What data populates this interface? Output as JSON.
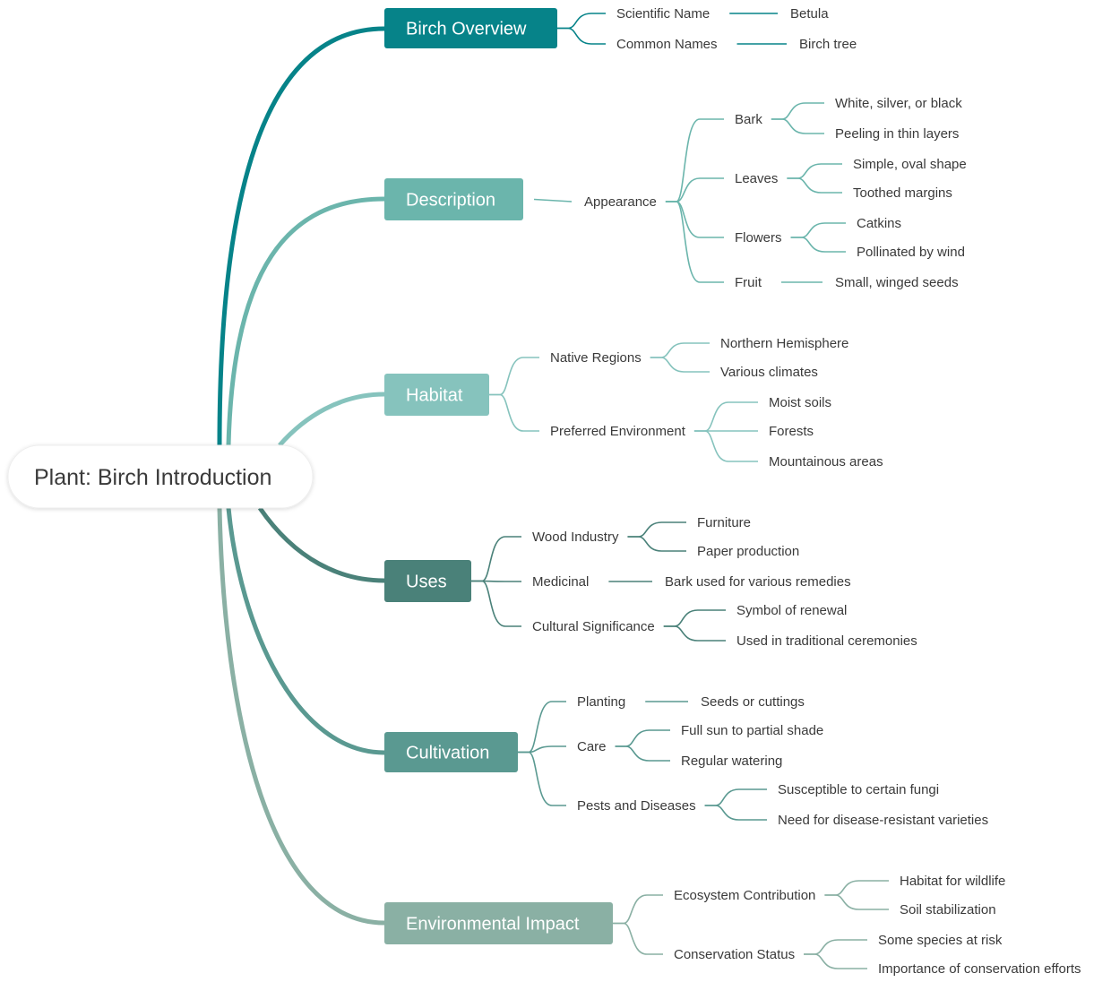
{
  "root": {
    "label": "Plant: Birch Introduction"
  },
  "branches": [
    {
      "label": "Birch Overview",
      "color": "#068389",
      "children": [
        {
          "label": "Scientific Name",
          "children": [
            {
              "label": "Betula"
            }
          ]
        },
        {
          "label": "Common Names",
          "children": [
            {
              "label": "Birch tree"
            }
          ]
        }
      ]
    },
    {
      "label": "Description",
      "color": "#6bb5ac",
      "children": [
        {
          "label": "Appearance",
          "children": [
            {
              "label": "Bark",
              "children": [
                {
                  "label": "White, silver, or black"
                },
                {
                  "label": "Peeling in thin layers"
                }
              ]
            },
            {
              "label": "Leaves",
              "children": [
                {
                  "label": "Simple, oval shape"
                },
                {
                  "label": "Toothed margins"
                }
              ]
            },
            {
              "label": "Flowers",
              "children": [
                {
                  "label": "Catkins"
                },
                {
                  "label": "Pollinated by wind"
                }
              ]
            },
            {
              "label": "Fruit",
              "children": [
                {
                  "label": "Small, winged seeds"
                }
              ]
            }
          ]
        }
      ]
    },
    {
      "label": "Habitat",
      "color": "#86c3bd",
      "children": [
        {
          "label": "Native Regions",
          "children": [
            {
              "label": "Northern Hemisphere"
            },
            {
              "label": "Various climates"
            }
          ]
        },
        {
          "label": "Preferred Environment",
          "children": [
            {
              "label": "Moist soils"
            },
            {
              "label": "Forests"
            },
            {
              "label": "Mountainous areas"
            }
          ]
        }
      ]
    },
    {
      "label": "Uses",
      "color": "#4a8179",
      "children": [
        {
          "label": "Wood Industry",
          "children": [
            {
              "label": "Furniture"
            },
            {
              "label": "Paper production"
            }
          ]
        },
        {
          "label": "Medicinal",
          "children": [
            {
              "label": "Bark used for various remedies"
            }
          ]
        },
        {
          "label": "Cultural Significance",
          "children": [
            {
              "label": "Symbol of renewal"
            },
            {
              "label": "Used in traditional ceremonies"
            }
          ]
        }
      ]
    },
    {
      "label": "Cultivation",
      "color": "#5a9991",
      "children": [
        {
          "label": "Planting",
          "children": [
            {
              "label": "Seeds or cuttings"
            }
          ]
        },
        {
          "label": "Care",
          "children": [
            {
              "label": "Full sun to partial shade"
            },
            {
              "label": "Regular watering"
            }
          ]
        },
        {
          "label": "Pests and Diseases",
          "children": [
            {
              "label": "Susceptible to certain fungi"
            },
            {
              "label": "Need for disease-resistant varieties"
            }
          ]
        }
      ]
    },
    {
      "label": "Environmental Impact",
      "color": "#8ab0a4",
      "children": [
        {
          "label": "Ecosystem Contribution",
          "children": [
            {
              "label": "Habitat for wildlife"
            },
            {
              "label": "Soil stabilization"
            }
          ]
        },
        {
          "label": "Conservation Status",
          "children": [
            {
              "label": "Some species at risk"
            },
            {
              "label": "Importance of conservation efforts"
            }
          ]
        }
      ]
    }
  ]
}
